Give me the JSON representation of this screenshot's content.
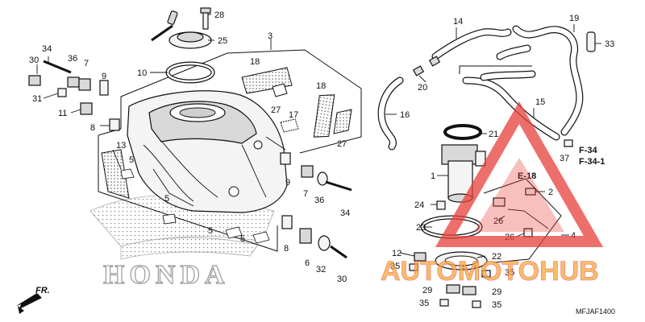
{
  "callouts": {
    "n1": "1",
    "n2": "2",
    "n3": "3",
    "n4": "4",
    "n5": "5",
    "n6": "6",
    "n7": "7",
    "n8": "8",
    "n9": "9",
    "n10": "10",
    "n11": "11",
    "n12": "12",
    "n13": "13",
    "n14": "14",
    "n15": "15",
    "n16": "16",
    "n17": "17",
    "n18": "18",
    "n19": "19",
    "n20": "20",
    "n21": "21",
    "n22": "22",
    "n23": "23",
    "n24": "24",
    "n25": "25",
    "n26": "26",
    "n27": "27",
    "n28": "28",
    "n29": "29",
    "n30": "30",
    "n31": "31",
    "n32": "32",
    "n33": "33",
    "n34": "34",
    "n35": "35",
    "n36": "36",
    "n37": "37"
  },
  "references": {
    "e18": "E-18",
    "f34": "F-34",
    "f341": "F-34-1",
    "front": "FR."
  },
  "brand_logo_text": "HONDA",
  "watermark_text": "AUTOMOTOHUB",
  "diagram_code": "MFJAF1400",
  "colors": {
    "line": "#111111",
    "watermark_red": "#e8403a",
    "watermark_orange": "#f4a93a",
    "watermark_dark": "#4a4a4a"
  }
}
